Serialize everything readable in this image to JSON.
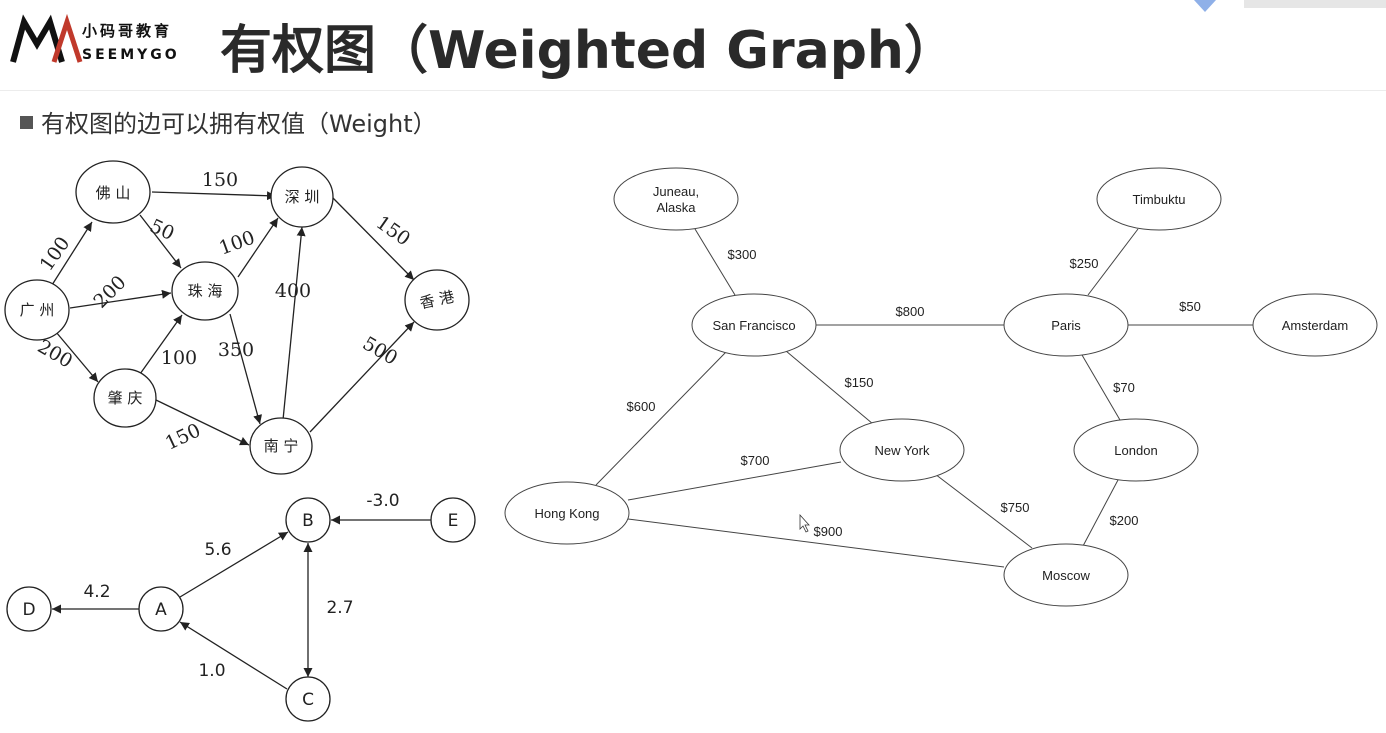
{
  "header": {
    "logo_cn": "小码哥教育",
    "logo_en": "SEEMYGO",
    "title": "有权图（Weighted Graph）"
  },
  "bullet": {
    "text": "有权图的边可以拥有权值（Weight）"
  },
  "graph_cities_cn": {
    "nodes": {
      "foshan": "佛 山",
      "shenzhen": "深 圳",
      "guangzhou": "广 州",
      "zhuhai": "珠 海",
      "xianggang": "香 港",
      "zhaoqing": "肇 庆",
      "nanning": "南 宁"
    },
    "weights": {
      "foshan_shenzhen": "150",
      "foshan_zhuhai": "50",
      "guangzhou_foshan": "100",
      "guangzhou_zhuhai": "200",
      "guangzhou_zhaoqing": "200",
      "zhuhai_shenzhen": "100",
      "nanning_shenzhen": "400",
      "shenzhen_xianggang": "150",
      "zhuhai_nanning": "350",
      "zhaoqing_zhuhai": "100",
      "zhaoqing_nanning": "150",
      "nanning_xianggang": "500"
    }
  },
  "graph_letters": {
    "nodes": {
      "A": "A",
      "B": "B",
      "C": "C",
      "D": "D",
      "E": "E"
    },
    "weights": {
      "E_B": "-3.0",
      "A_B": "5.6",
      "A_D": "4.2",
      "B_C": "2.7",
      "C_A": "1.0"
    }
  },
  "graph_world": {
    "nodes": {
      "juneau_line1": "Juneau,",
      "juneau_line2": "Alaska",
      "timbuktu": "Timbuktu",
      "san_francisco": "San Francisco",
      "paris": "Paris",
      "amsterdam": "Amsterdam",
      "new_york": "New York",
      "london": "London",
      "hong_kong": "Hong Kong",
      "moscow": "Moscow"
    },
    "weights": {
      "juneau_sf": "$300",
      "timbuktu_paris": "$250",
      "sf_paris": "$800",
      "paris_amsterdam": "$50",
      "sf_newyork": "$150",
      "paris_london": "$70",
      "sf_hongkong": "$600",
      "hongkong_newyork": "$700",
      "newyork_moscow": "$750",
      "london_moscow": "$200",
      "hongkong_moscow": "$900"
    }
  },
  "colors": {
    "logo_red": "#c0392b",
    "text_dark": "#222222",
    "stroke": "#333333",
    "badge_blue": "#8fb0e8"
  }
}
